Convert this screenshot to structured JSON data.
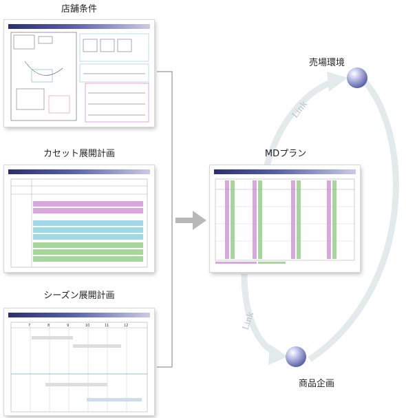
{
  "labels": {
    "store_conditions": "店舗条件",
    "cassette_plan": "カセット展開計画",
    "season_plan": "シーズン展開計画",
    "md_plan": "MDプラン",
    "sales_floor": "売場環境",
    "product_planning": "商品企画",
    "link_top": "Link",
    "link_bottom": "Link"
  },
  "season_months": [
    "7",
    "8",
    "9",
    "10",
    "11",
    "12"
  ],
  "colors": {
    "sheet_header": "#2b2f6e",
    "pink": "#d9a6e0",
    "cyan": "#9fd8e6",
    "green": "#a6d79a",
    "arc": "#dfe8ea",
    "arrow": "#b5b5b5",
    "sphere": "#8a90c8"
  }
}
